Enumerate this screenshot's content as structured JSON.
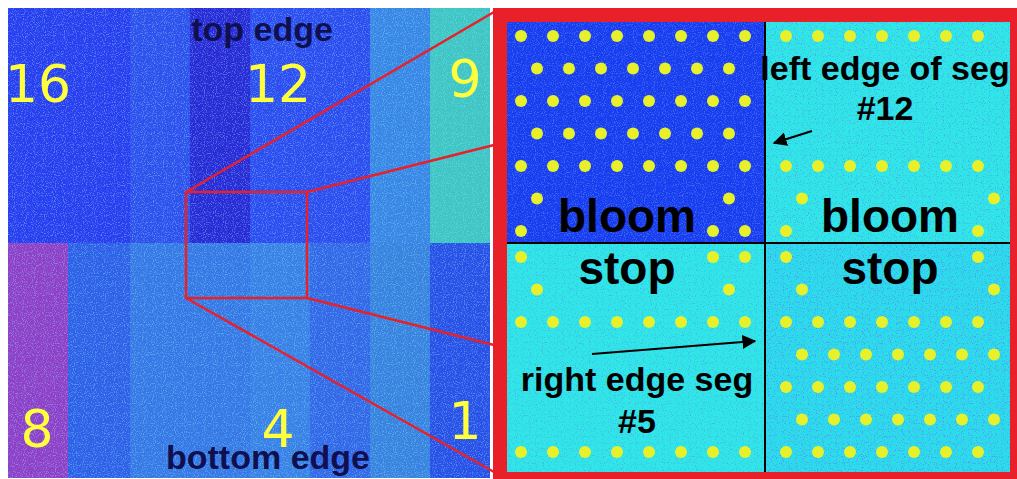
{
  "diagram": {
    "labels": [
      "top edge",
      "16",
      "12",
      "9",
      "left edge of seg #12",
      "bloom stop",
      "bloom stop",
      "right edge seg #5",
      "8",
      "4",
      "1",
      "bottom edge"
    ]
  }
}
